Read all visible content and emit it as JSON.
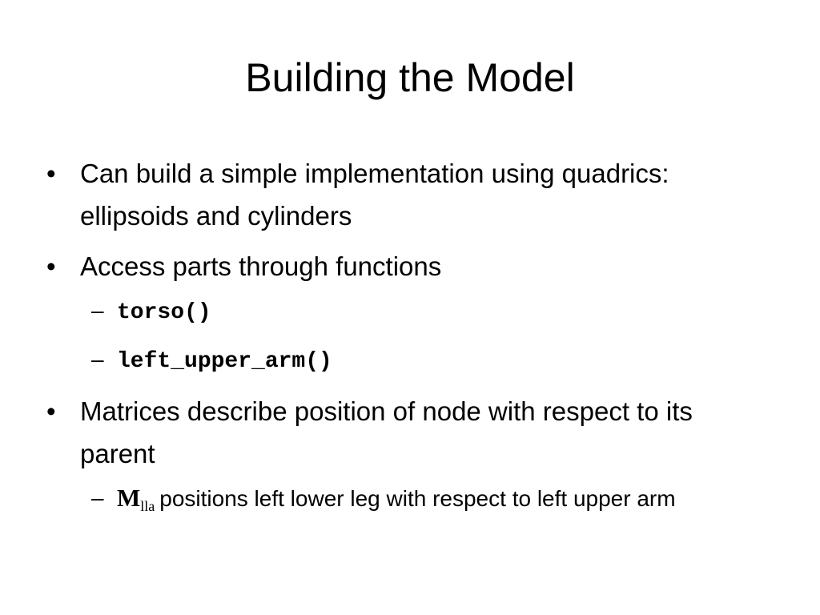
{
  "slide": {
    "title": "Building the Model",
    "bullets": [
      {
        "marker": "•",
        "text": "Can build a simple implementation using quadrics: ellipsoids and cylinders"
      },
      {
        "marker": "•",
        "text": "Access parts through functions",
        "subitems": [
          {
            "marker": "–",
            "code": "torso()"
          },
          {
            "marker": "–",
            "code": "left_upper_arm()"
          }
        ]
      },
      {
        "marker": "•",
        "text": "Matrices describe position of node with respect to its parent",
        "subitems": [
          {
            "marker": "–",
            "math_symbol": "M",
            "math_subscript": "lla",
            "text": "positions left lower leg with respect to left upper arm"
          }
        ]
      }
    ]
  }
}
